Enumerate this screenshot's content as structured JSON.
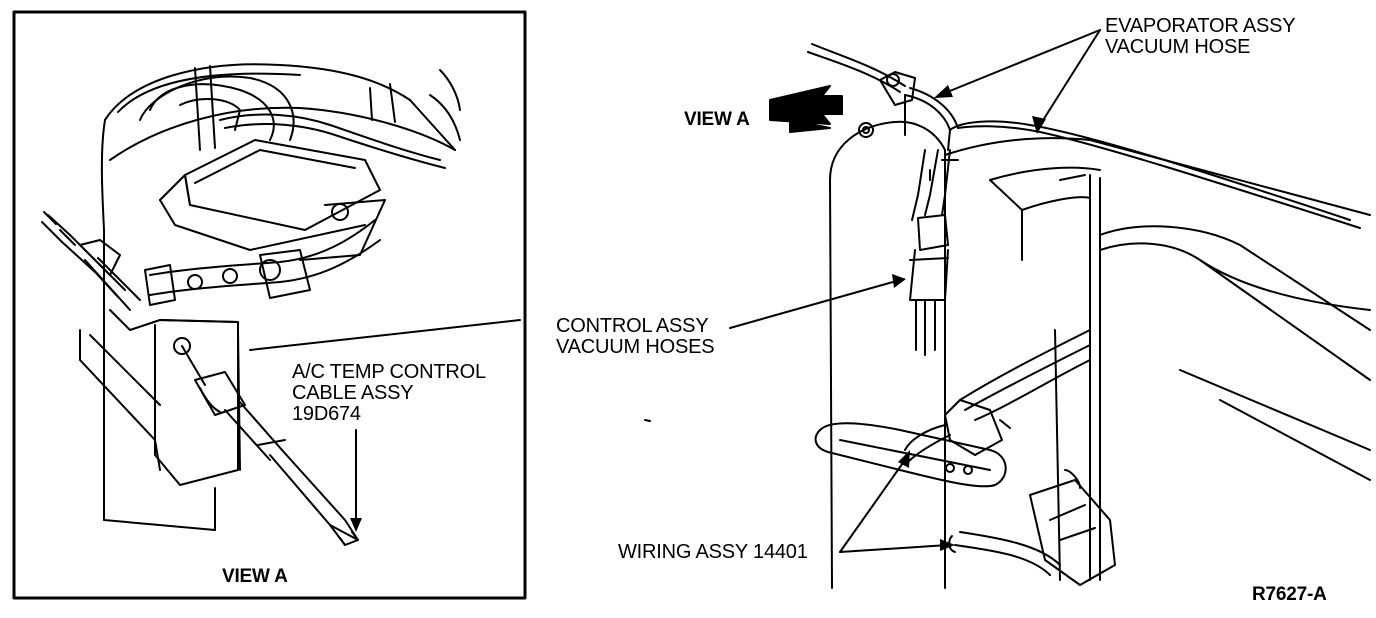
{
  "diagram": {
    "inset": {
      "caption": "VIEW A",
      "callout": {
        "lines": [
          "A/C TEMP CONTROL",
          "CABLE ASSY",
          "19D674"
        ]
      }
    },
    "main": {
      "view_arrow_label": "VIEW A",
      "callouts": {
        "evaporator": {
          "lines": [
            "EVAPORATOR ASSY",
            "VACUUM HOSE"
          ]
        },
        "control": {
          "lines": [
            "CONTROL ASSY",
            "VACUUM HOSES"
          ]
        },
        "wiring": {
          "text": "WIRING ASSY 14401"
        }
      },
      "figure_id": "R7627-A"
    }
  }
}
